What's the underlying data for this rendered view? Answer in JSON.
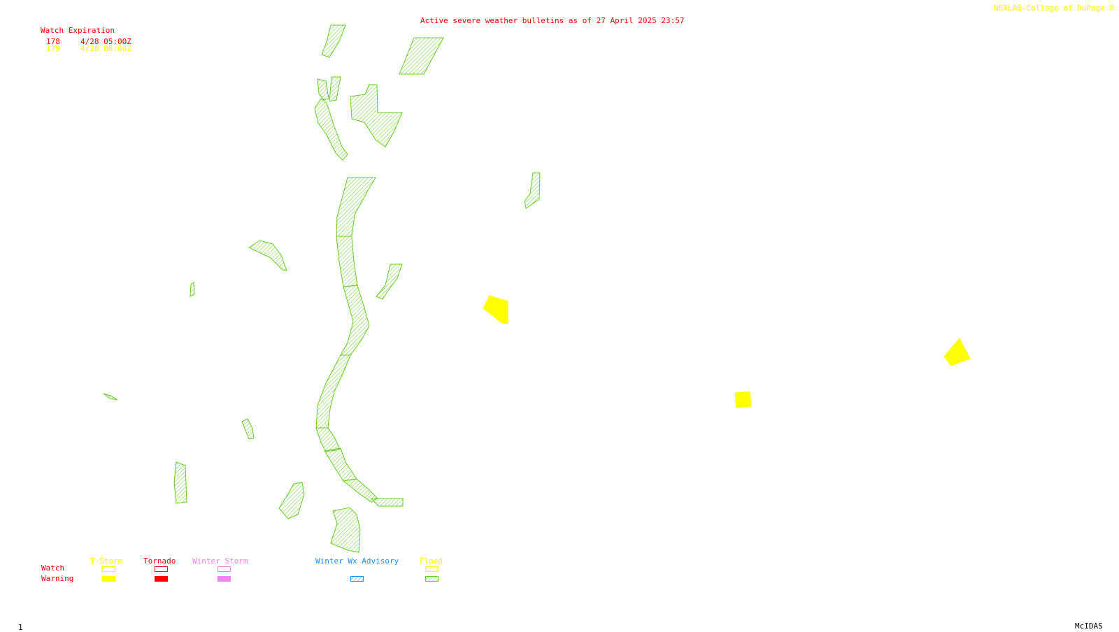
{
  "header": {
    "title": "Active severe weather bulletins as of 27 April 2025 23:57",
    "credit": "NEXLAB-College of DuPage R"
  },
  "watch_expiration": {
    "heading": "Watch Expiration",
    "rows": [
      {
        "id": "178",
        "time": "4/28 05:00Z",
        "color": "#ff0000"
      },
      {
        "id": "179",
        "time": "4/28 06:00Z",
        "color": "#ffff00"
      }
    ]
  },
  "legend": {
    "row_watch": "Watch",
    "row_warning": "Warning",
    "categories": [
      {
        "label": "T-Storm",
        "color": "#ffff00",
        "style": "solid"
      },
      {
        "label": "Tornado",
        "color": "#ff0000",
        "style": "solid"
      },
      {
        "label": "Winter Storm",
        "color": "#ee82ee",
        "style": "solid"
      },
      {
        "label": "Winter Wx Advisory",
        "color": "#1e90ff",
        "style": "hatched"
      },
      {
        "label": "Flood",
        "color": "#ffff00",
        "style": "hatched"
      }
    ]
  },
  "colors": {
    "flood_warning": "#66cc22",
    "tstorm_warning": "#ffff00"
  },
  "footer": {
    "frame": "1",
    "software": "McIDAS"
  }
}
